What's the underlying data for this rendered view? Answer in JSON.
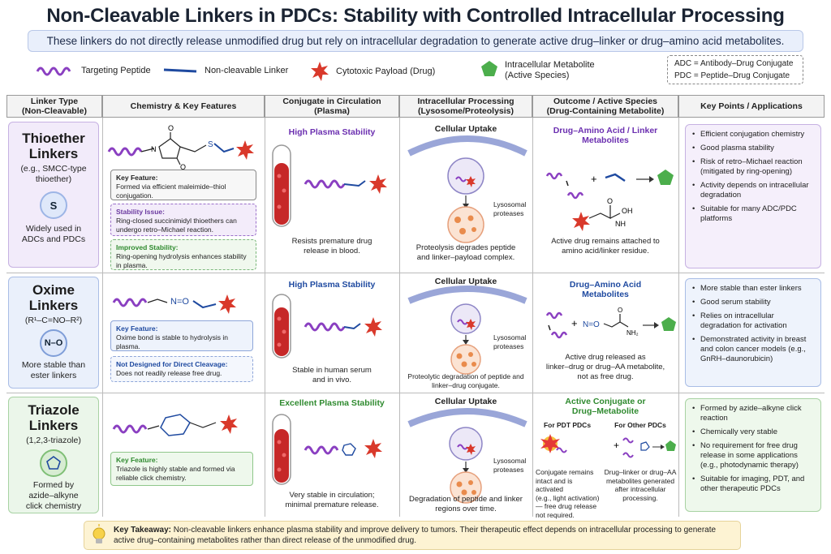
{
  "title": "Non-Cleavable Linkers in PDCs: Stability with Controlled Intracellular Processing",
  "subtitle": "These linkers do not directly release unmodified drug but rely on intracellular degradation to generate active drug–linker or drug–amino acid metabolites.",
  "legend": {
    "peptide": "Targeting Peptide",
    "linker": "Non-cleavable Linker",
    "payload": "Cytotoxic Payload (Drug)",
    "metabolite_line1": "Intracellular Metabolite",
    "metabolite_line2": "(Active Species)",
    "adc": "ADC = Antibody–Drug Conjugate",
    "pdc": "PDC = Peptide–Drug Conjugate"
  },
  "headers": {
    "col1_line1": "Linker Type",
    "col1_line2": "(Non-Cleavable)",
    "col2": "Chemistry & Key Features",
    "col3_line1": "Conjugate in Circulation",
    "col3_line2": "(Plasma)",
    "col4_line1": "Intracellular Processing",
    "col4_line2": "(Lysosome/Proteolysis)",
    "col5_line1": "Outcome / Active Species",
    "col5_line2": "(Drug-Containing Metabolite)",
    "col6": "Key Points / Applications"
  },
  "rows": {
    "thioether": {
      "title_line1": "Thioether",
      "title_line2": "Linkers",
      "sub_line1": "(e.g., SMCC-type",
      "sub_line2": "thioether)",
      "badge": "S",
      "note_line1": "Widely used in",
      "note_line2": "ADCs and PDCs",
      "feature_title": "Key Feature:",
      "feature_text": "Formed via efficient maleimide–thiol conjugation.",
      "issue_title": "Stability Issue:",
      "issue_text": "Ring-closed succinimidyl thioethers can undergo retro–Michael reaction.",
      "improved_title": "Improved Stability:",
      "improved_text": "Ring-opening hydrolysis enhances stability in plasma.",
      "plasma_title": "High Plasma Stability",
      "plasma_line1": "Resists premature drug",
      "plasma_line2": "release in blood.",
      "uptake": "Cellular Uptake",
      "lyso_line1": "Lysosomal",
      "lyso_line2": "proteases",
      "proc_line1": "Proteolysis degrades peptide",
      "proc_line2": "and linker–payload complex.",
      "outcome_title_line1": "Drug–Amino Acid / Linker",
      "outcome_title_line2": "Metabolites",
      "outcome_line1": "Active drug remains attached to",
      "outcome_line2": "amino acid/linker residue.",
      "points": [
        "Efficient conjugation chemistry",
        "Good plasma stability",
        "Risk of retro–Michael reaction (mitigated by ring-opening)",
        "Activity depends on intracellular degradation",
        "Suitable for many ADC/PDC platforms"
      ]
    },
    "oxime": {
      "title_line1": "Oxime",
      "title_line2": "Linkers",
      "sub_line1": "(R¹–C=NO–R²)",
      "badge": "N–O",
      "note_line1": "More stable than",
      "note_line2": "ester linkers",
      "feature_title": "Key Feature:",
      "feature_text": "Oxime bond is stable to hydrolysis in plasma.",
      "notdesigned_title": "Not Designed for Direct Cleavage:",
      "notdesigned_text": "Does not readily release free drug.",
      "plasma_title": "High Plasma Stability",
      "plasma_line1": "Stable in human serum",
      "plasma_line2": "and in vivo.",
      "uptake": "Cellular Uptake",
      "lyso_line1": "Lysosomal",
      "lyso_line2": "proteases",
      "proc_line1": "Proteolytic degradation of peptide and",
      "proc_line2": "linker–drug conjugate.",
      "outcome_title_line1": "Drug–Amino Acid",
      "outcome_title_line2": "Metabolites",
      "outcome_line1": "Active drug released as",
      "outcome_line2": "linker–drug or drug–AA metabolite,",
      "outcome_line3": "not as free drug.",
      "points": [
        "More stable than ester linkers",
        "Good serum stability",
        "Relies on intracellular degradation for activation",
        "Demonstrated activity in breast and colon cancer models (e.g., GnRH–daunorubicin)"
      ]
    },
    "triazole": {
      "title_line1": "Triazole",
      "title_line2": "Linkers",
      "sub_line1": "(1,2,3-triazole)",
      "note_line1": "Formed by",
      "note_line2": "azide–alkyne",
      "note_line3": "click chemistry",
      "feature_title": "Key Feature:",
      "feature_text": "Triazole is highly stable and formed via reliable click chemistry.",
      "plasma_title": "Excellent Plasma Stability",
      "plasma_line1": "Very stable in circulation;",
      "plasma_line2": "minimal premature release.",
      "uptake": "Cellular Uptake",
      "lyso_line1": "Lysosomal",
      "lyso_line2": "proteases",
      "proc_line1": "Degradation of peptide and linker",
      "proc_line2": "regions over time.",
      "outcome_title_line1": "Active Conjugate or",
      "outcome_title_line2": "Drug–Metabolite",
      "pdt_label": "For PDT PDCs",
      "other_label": "For Other PDCs",
      "pdt_text_line1": "Conjugate remains",
      "pdt_text_line2": "intact and is activated",
      "pdt_text_line3": "(e.g., light activation)",
      "pdt_text_line4": "— free drug release",
      "pdt_text_line5": "not required.",
      "other_text_line1": "Drug–linker or drug–AA",
      "other_text_line2": "metabolites generated",
      "other_text_line3": "after intracellular",
      "other_text_line4": "processing.",
      "points": [
        "Formed by azide–alkyne click reaction",
        "Chemically very stable",
        "No requirement for free drug release in some applications (e.g., photodynamic therapy)",
        "Suitable for imaging, PDT, and other therapeutic PDCs"
      ]
    }
  },
  "chem_labels": {
    "thio_o_top": "O",
    "thio_o_bottom": "O",
    "thio_n": "N",
    "thio_s": "S",
    "oxime_formula": "N=O",
    "oh": "OH",
    "o": "O",
    "nh": "NH",
    "nh2": "NH₂",
    "oxime_out": "N=O",
    "plus": "+"
  },
  "takeaway": {
    "label": "Key Takeaway:",
    "text": "Non-cleavable linkers enhance plasma stability and improve delivery to tumors. Their therapeutic effect depends on intracellular processing to generate active drug–containing metabolites rather than direct release of the unmodified drug."
  },
  "colors": {
    "peptide": "#8a3fc1",
    "linker": "#1f4aa0",
    "payload": "#d9392b",
    "metabolite": "#4cae4c",
    "thioether_bg": "#f2ebfa",
    "oxime_bg": "#eaf0fb",
    "triazole_bg": "#ebf6ea"
  }
}
